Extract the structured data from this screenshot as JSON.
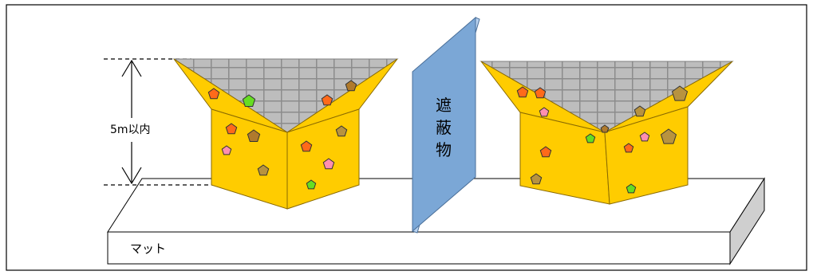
{
  "labels": {
    "height": "5m以内",
    "barrier": [
      "遮",
      "蔽",
      "物"
    ],
    "mat": "マット"
  },
  "colors": {
    "frame": "#000000",
    "mat_top": "#ffffff",
    "mat_side": "#cfcfcf",
    "wall_face": "#ffcc00",
    "wall_edge": "#8a6a00",
    "grid_fill": "#bdbdbd",
    "grid_line": "#8c8c8c",
    "barrier_face": "#7ba7d6",
    "barrier_edge": "#4a6f99",
    "barrier_side": "#b8d2f0",
    "hold_orange": "#ff6a1a",
    "hold_brown": "#b07a2c",
    "hold_pink": "#ff8fb0",
    "hold_green": "#66dd22",
    "hold_tan": "#b8933f"
  }
}
